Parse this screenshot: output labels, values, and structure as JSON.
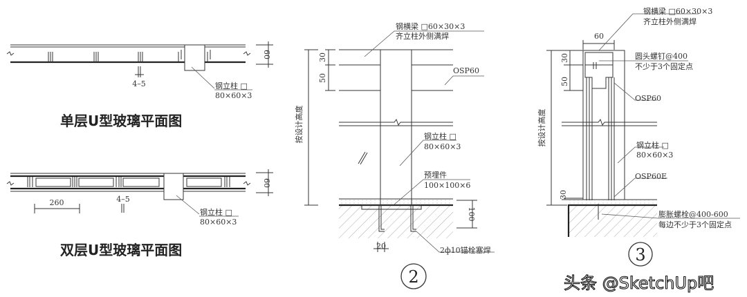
{
  "plan_single": {
    "title": "单层U型玻璃平面图",
    "dim_thickness": "60",
    "dim_gap": "4–5",
    "column_label": "钢立柱 □",
    "column_size": "80×60×3"
  },
  "plan_double": {
    "title": "双层U型玻璃平面图",
    "dim_thickness": "60",
    "dim_spacing": "260",
    "dim_gap": "4–5",
    "column_label": "钢立柱 □",
    "column_size": "80×60×3"
  },
  "section_2": {
    "number": "2",
    "height_label": "按设计高度",
    "dim_top": "30",
    "dim_second": "50",
    "beam_label": "钢横梁 □60×30×3",
    "beam_note": "齐立柱外侧满焊",
    "profile_label": "OSP60",
    "column_label": "钢立柱 □",
    "column_size": "80×60×3",
    "embed_label": "预埋件",
    "embed_size": "100×100×6",
    "dim_depth": "100",
    "dim_anchor": "20",
    "anchor_label": "2ф10锚栓塞焊"
  },
  "section_3": {
    "number": "3",
    "height_label": "按设计高度",
    "dim_width": "60",
    "dim_top": "30",
    "dim_second": "50",
    "dim_bottom": "30",
    "beam_label": "钢横梁 □60×30×3",
    "beam_note": "齐立柱外侧满焊",
    "screw_label": "圆头螺钉@400",
    "screw_note": "不少于3个固定点",
    "profile_label": "OSP60",
    "column_label": "钢立柱 □",
    "column_size": "80×60×3",
    "profile_bottom_label": "OSP60E",
    "bolt_label": "膨胀螺栓@400-600",
    "bolt_note": "每边不少于3个固定点"
  },
  "watermark": "头条 @SketchUp吧"
}
